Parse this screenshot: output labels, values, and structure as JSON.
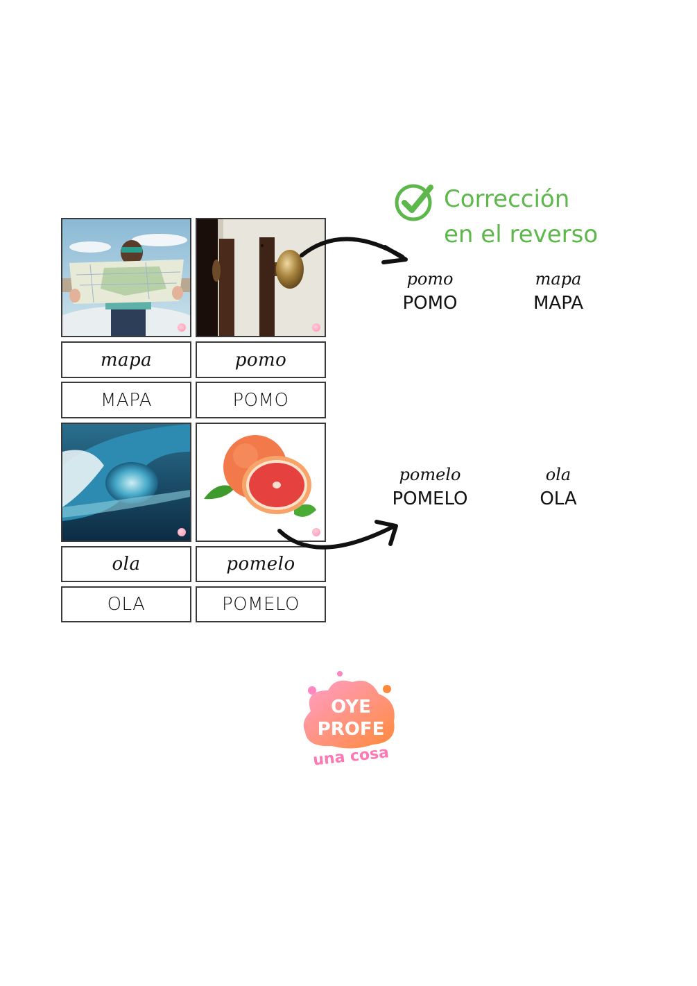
{
  "cards": [
    {
      "picture": "map-photo",
      "cursive": "mapa",
      "print": "MAPA"
    },
    {
      "picture": "doorknob-photo",
      "cursive": "pomo",
      "print": "POMO"
    },
    {
      "picture": "wave-photo",
      "cursive": "ola",
      "print": "OLA"
    },
    {
      "picture": "grapefruit-photo",
      "cursive": "pomelo",
      "print": "POMELO"
    }
  ],
  "correction": {
    "line1": "Corrección",
    "line2": "en el reverso",
    "color": "#5cb84a",
    "icon": "check-circle-icon"
  },
  "answers": [
    {
      "cursive": "pomo",
      "print": "POMO"
    },
    {
      "cursive": "mapa",
      "print": "MAPA"
    },
    {
      "cursive": "pomelo",
      "print": "POMELO"
    },
    {
      "cursive": "ola",
      "print": "OLA"
    }
  ],
  "logo": {
    "line1": "OYE",
    "line2": "PROFE",
    "line3": "una cosa"
  }
}
